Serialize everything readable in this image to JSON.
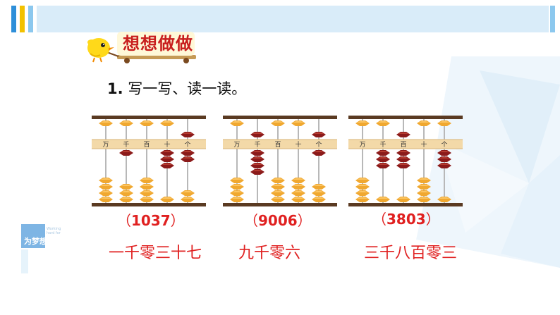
{
  "header": {
    "colors": {
      "blue": "#2e8fd9",
      "yellow": "#f2c100",
      "light_blue": "#8cc8ee",
      "bar": "#d9ecf9"
    }
  },
  "tag": {
    "title": "想想做做",
    "icon": "chick-pulling-cart-icon"
  },
  "section": {
    "number": "1.",
    "instruction": "写一写、读一读。"
  },
  "abacus_labels": [
    "万",
    "千",
    "百",
    "十",
    "个"
  ],
  "abacuses": [
    {
      "answer": "1037",
      "reading": "一千零三十七",
      "digits": [
        0,
        1,
        0,
        3,
        7
      ]
    },
    {
      "answer": "9006",
      "reading": "九千零六",
      "digits": [
        0,
        9,
        0,
        0,
        6
      ]
    },
    {
      "answer": "3803",
      "reading": "三千八百零三",
      "digits": [
        0,
        3,
        8,
        0,
        3
      ]
    }
  ],
  "paren_open": "（",
  "paren_close": "）",
  "watermark": {
    "main": "为梦想奋斗",
    "small_top": "Working",
    "small_bottom": "hard for"
  }
}
